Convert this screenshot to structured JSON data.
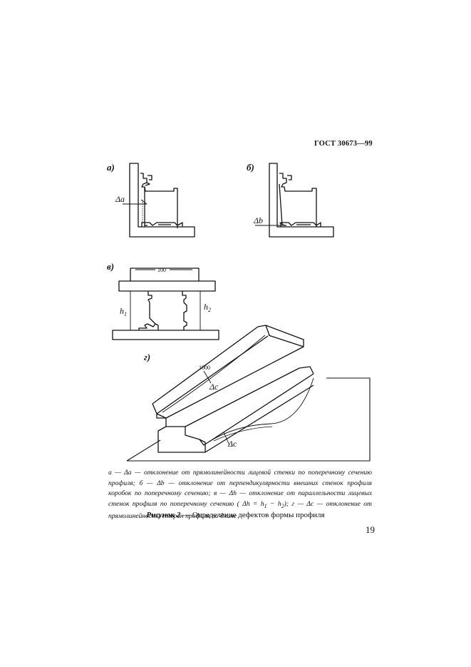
{
  "header": {
    "standard": "ГОСТ 30673—99"
  },
  "figure": {
    "labels": {
      "a": "а)",
      "b": "б)",
      "v": "в)",
      "g": "г)"
    },
    "dims": {
      "delta_a": "Δa",
      "delta_b": "Δb",
      "width_100": "100",
      "h1_letter": "h",
      "h1_sub": "1",
      "h2_letter": "h",
      "h2_sub": "2",
      "length_1000": "1000",
      "delta_c_top": "Δc",
      "delta_c_bottom": "Δc"
    }
  },
  "caption": {
    "p1": "а — Δа — отклонение от прямолинейности лицевой стенки по поперечному сечению профиля; б — Δb — отклонение от перпендикулярности внешних стенок профиля коробок по поперечному сечению; в — Δh — отклонение от параллельности лицевых стенок профиля по поперечному сечению ( Δh = h",
    "sub1": "1",
    "mid": " − h",
    "sub2": "2",
    "p2": "); г — Δс — отклонение от прямолинейности сторон профиля по длине"
  },
  "figure_title": {
    "label": "Рисунок 2",
    "text": " — Определение дефектов формы профиля"
  },
  "page_number": "19"
}
